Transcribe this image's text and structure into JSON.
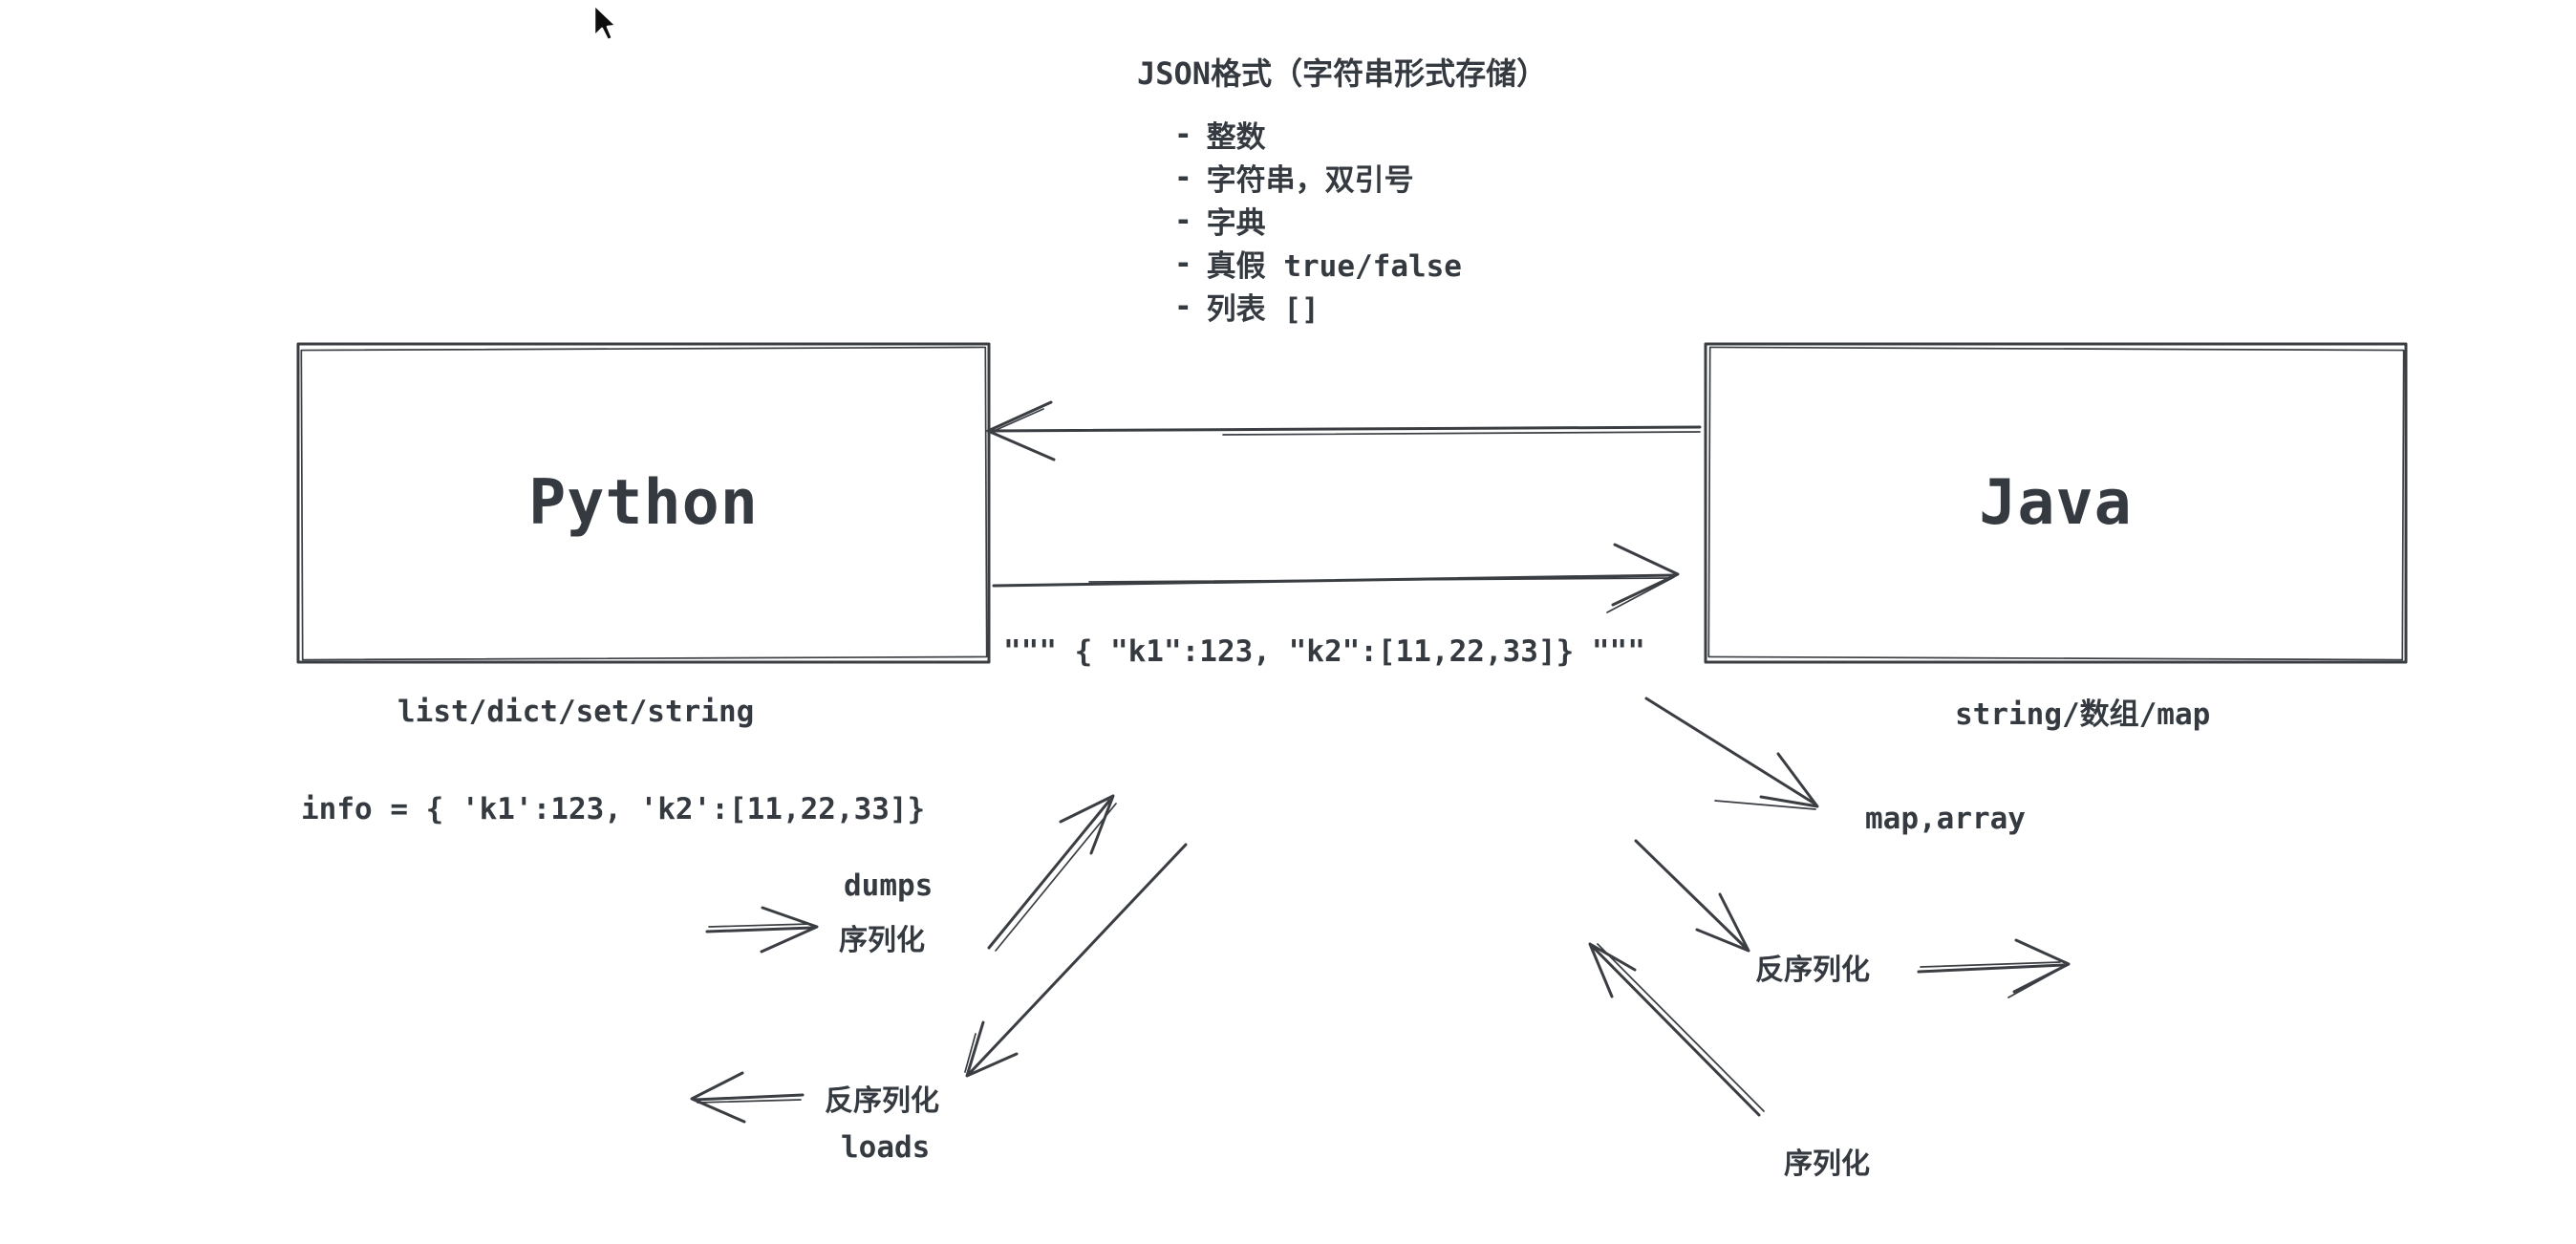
{
  "colors": {
    "ink": "#343a40",
    "stroke": "#3a3e42",
    "background": "#ffffff"
  },
  "json_note": {
    "title": "JSON格式（字符串形式存储）",
    "bullet": "-",
    "items": [
      "整数",
      "字符串，双引号",
      "字典",
      "真假 true/false",
      "列表 []"
    ]
  },
  "python": {
    "box_label": "Python",
    "types_caption": "list/dict/set/string",
    "code_example": "info = { 'k1':123, 'k2':[11,22,33]}",
    "serialize_fn": "dumps",
    "serialize_label": "序列化",
    "deserialize_label": "反序列化",
    "deserialize_fn": "loads"
  },
  "json_string": "\"\"\" { \"k1\":123, \"k2\":[11,22,33]} \"\"\"",
  "java": {
    "box_label": "Java",
    "types_caption": "string/数组/map",
    "deserialized_types": "map,array",
    "deserialize_label": "反序列化",
    "serialize_label": "序列化"
  }
}
